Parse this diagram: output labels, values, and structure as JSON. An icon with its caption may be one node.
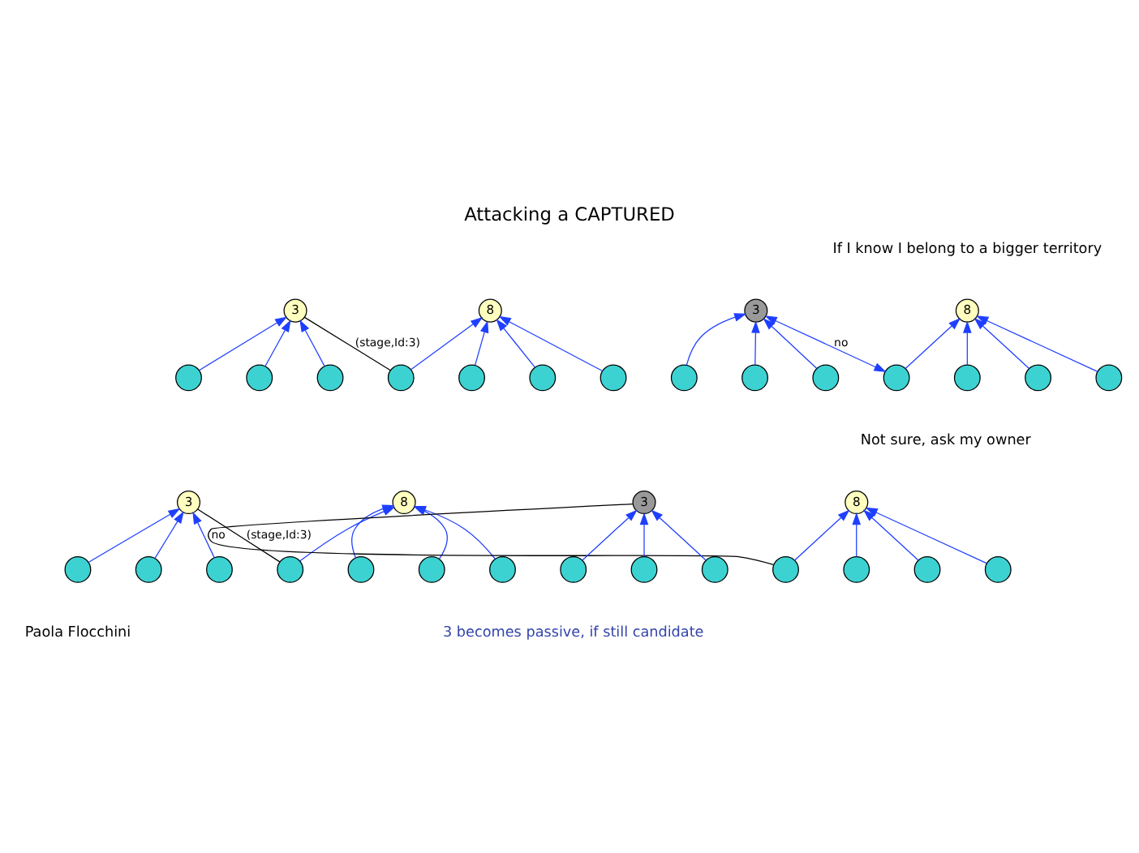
{
  "diagram": {
    "title": "Attacking a CAPTURED",
    "nodes": [
      {
        "text": [
          "3"
        ]
      },
      {
        "text": [
          "8"
        ]
      },
      {
        "text": [],
        "shape": "circle"
      },
      {
        "text": [],
        "shape": "circle"
      },
      {
        "text": [],
        "shape": "circle"
      },
      {
        "text": [],
        "shape": "circle"
      },
      {
        "text": [],
        "shape": "circle"
      },
      {
        "text": [],
        "shape": "circle"
      },
      {
        "text": [],
        "shape": "circle"
      },
      {
        "text": [
          "3"
        ]
      },
      {
        "text": [
          "8"
        ]
      },
      {
        "text": [],
        "shape": "circle"
      },
      {
        "text": [],
        "shape": "circle"
      },
      {
        "text": [],
        "shape": "circle"
      },
      {
        "text": [],
        "shape": "circle"
      },
      {
        "text": [],
        "shape": "circle"
      },
      {
        "text": [],
        "shape": "circle"
      },
      {
        "text": [],
        "shape": "circle"
      },
      {
        "text": [
          "3"
        ]
      },
      {
        "text": [
          "8"
        ]
      },
      {
        "text": [],
        "shape": "circle"
      },
      {
        "text": [],
        "shape": "circle"
      },
      {
        "text": [],
        "shape": "circle"
      },
      {
        "text": [],
        "shape": "circle"
      },
      {
        "text": [],
        "shape": "circle"
      },
      {
        "text": [],
        "shape": "circle"
      },
      {
        "text": [],
        "shape": "circle"
      },
      {
        "text": [
          "3"
        ]
      },
      {
        "text": [
          "8"
        ]
      },
      {
        "text": [],
        "shape": "circle"
      },
      {
        "text": [],
        "shape": "circle"
      },
      {
        "text": [],
        "shape": "circle"
      },
      {
        "text": [],
        "shape": "circle"
      },
      {
        "text": [],
        "shape": "circle"
      },
      {
        "text": [],
        "shape": "circle"
      },
      {
        "text": [],
        "shape": "circle"
      }
    ],
    "edges": [
      {
        "from": 2,
        "to": 0,
        "arrow": "to"
      },
      {
        "from": 3,
        "to": 0,
        "arrow": "to"
      },
      {
        "from": 4,
        "to": 0,
        "arrow": "to"
      },
      {
        "from": 5,
        "to": 1,
        "arrow": "to"
      },
      {
        "from": 6,
        "to": 1,
        "arrow": "to"
      },
      {
        "from": 7,
        "to": 1,
        "arrow": "to"
      },
      {
        "from": 8,
        "to": 1,
        "arrow": "to"
      },
      {
        "from": 0,
        "to": 5,
        "arrow": "none",
        "color": "#000000",
        "label": "(stage,Id:3)"
      },
      {
        "from": 11,
        "to": 9,
        "arrow": "to"
      },
      {
        "from": 12,
        "to": 9,
        "arrow": "to"
      },
      {
        "from": 13,
        "to": 9,
        "arrow": "to"
      },
      {
        "from": 14,
        "to": 10,
        "arrow": "to"
      },
      {
        "from": 15,
        "to": 10,
        "arrow": "to"
      },
      {
        "from": 16,
        "to": 10,
        "arrow": "to"
      },
      {
        "from": 17,
        "to": 10,
        "arrow": "to"
      },
      {
        "from": 9,
        "to": 14,
        "arrow": "both",
        "label": "no"
      },
      {
        "from": 20,
        "to": 18,
        "arrow": "to"
      },
      {
        "from": 21,
        "to": 18,
        "arrow": "to"
      },
      {
        "from": 22,
        "to": 18,
        "arrow": "to"
      },
      {
        "from": 23,
        "to": 19,
        "arrow": "to"
      },
      {
        "from": 24,
        "to": 19,
        "arrow": "to"
      },
      {
        "from": 25,
        "to": 19,
        "arrow": "to"
      },
      {
        "from": 26,
        "to": 19,
        "arrow": "to"
      },
      {
        "from": 18,
        "to": 23,
        "arrow": "none",
        "color": "#000000",
        "label": "(stage,Id:3)"
      },
      {
        "from": 29,
        "to": 27,
        "arrow": "to"
      },
      {
        "from": 30,
        "to": 27,
        "arrow": "to"
      },
      {
        "from": 31,
        "to": 27,
        "arrow": "to"
      },
      {
        "from": 32,
        "to": 28,
        "arrow": "to"
      },
      {
        "from": 33,
        "to": 28,
        "arrow": "to"
      },
      {
        "from": 34,
        "to": 28,
        "arrow": "to"
      },
      {
        "from": 35,
        "to": 28,
        "arrow": "to"
      },
      {
        "from": 27,
        "to": 32,
        "arrow": "none",
        "color": "#000000",
        "label": "no"
      }
    ],
    "labels": [
      "If I know I belong to a bigger territory",
      "Not sure, ask my owner",
      "Paola Flocchini",
      "3 becomes passive, if still candidate"
    ]
  }
}
